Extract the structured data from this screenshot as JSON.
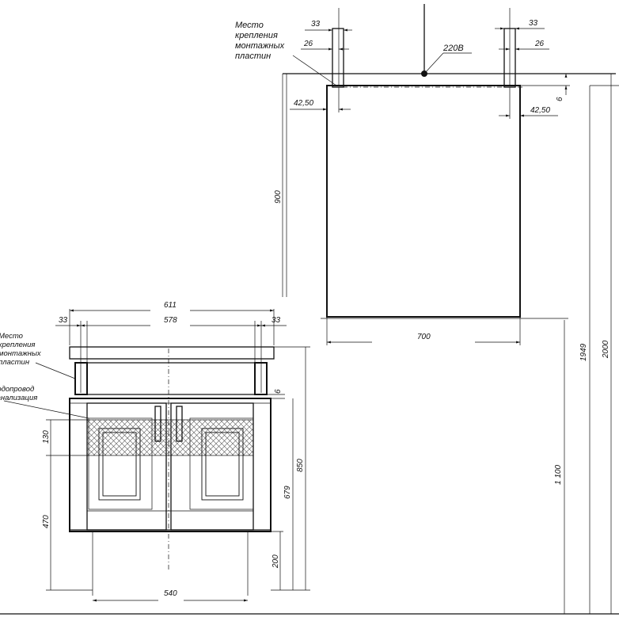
{
  "mirror": {
    "note_lines": [
      "Место",
      "крепления",
      "монтажных",
      "пластин"
    ],
    "outlet_label": "220В",
    "dims": {
      "left_33": "33",
      "left_26": "26",
      "right_33": "33",
      "right_26": "26",
      "left_4250": "42,50",
      "right_4250": "42,50",
      "gap_6": "6",
      "height_900": "900",
      "width_700": "700",
      "h_1949": "1949",
      "h_2000": "2000",
      "h_1100": "1 100"
    }
  },
  "cabinet": {
    "note1_lines": [
      "Место",
      "крепления",
      "монтажных",
      "пластин"
    ],
    "note2_lines": [
      "Водопровод",
      "Канализация"
    ],
    "dims": {
      "w_611": "611",
      "w_578": "578",
      "left_33": "33",
      "right_33": "33",
      "gap_6": "6",
      "h_130": "130",
      "h_850": "850",
      "h_679": "679",
      "h_470": "470",
      "h_200": "200",
      "w_540": "540"
    }
  }
}
